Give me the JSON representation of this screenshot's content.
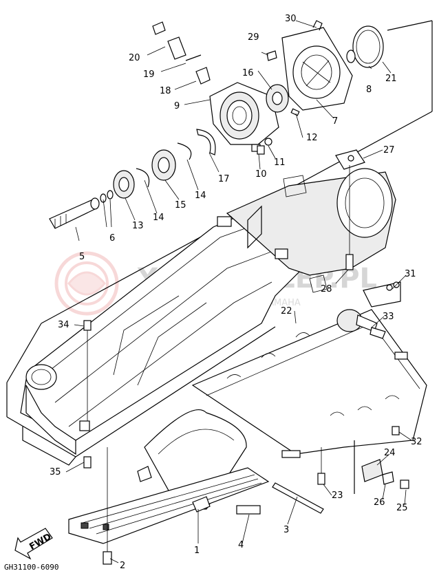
{
  "diagram": {
    "part_callouts": [
      "1",
      "2",
      "3",
      "4",
      "5",
      "6",
      "7",
      "8",
      "9",
      "10",
      "11",
      "12",
      "13",
      "14",
      "15",
      "16",
      "17",
      "18",
      "19",
      "20",
      "21",
      "22",
      "23",
      "24",
      "25",
      "26",
      "27",
      "28",
      "29",
      "30",
      "31",
      "32",
      "33",
      "34",
      "35"
    ],
    "drawing_code": "GH31100-6090",
    "direction_badge": "FWD",
    "watermark": {
      "title": "YAMA-SKLEP.PL",
      "subtitle": "WOJCIECHOWICZ | DEALER YAMAHA"
    },
    "colors": {
      "ink": "#000000",
      "paper": "#ffffff",
      "watermark": "#d6d6d6",
      "watermark_logo": "#f2b9b9"
    }
  }
}
